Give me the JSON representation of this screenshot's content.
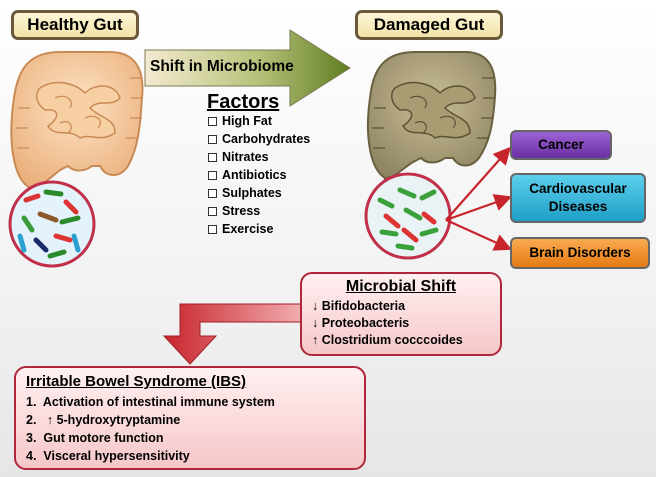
{
  "labels": {
    "healthy_gut": "Healthy Gut",
    "damaged_gut": "Damaged Gut",
    "shift": "Shift in Microbiome"
  },
  "factors": {
    "title": "Factors",
    "items": [
      "High Fat",
      "Carbohydrates",
      "Nitrates",
      "Antibiotics",
      "Sulphates",
      "Stress",
      "Exercise"
    ]
  },
  "diseases": [
    {
      "label": "Cancer",
      "color": "#7a3fb5"
    },
    {
      "label": "Cardiovascular\nDiseases",
      "color": "#2bb3d6"
    },
    {
      "label": "Brain Disorders",
      "color": "#f08a24"
    }
  ],
  "microbial_shift": {
    "title": "Microbial Shift",
    "lines": [
      "↓ Bifidobacteria",
      "↓ Proteobacteris",
      "↑ Clostridium cocccoides"
    ]
  },
  "ibs": {
    "title": "Irritable Bowel Syndrome (IBS)",
    "items": [
      "1.  Activation of intestinal immune system",
      "2.   ↑ 5-hydroxytryptamine",
      "3.  Gut motore function",
      "4.  Visceral hypersensitivity"
    ]
  },
  "colors": {
    "healthy_gut": "#f2c79a",
    "damaged_gut": "#9c916a",
    "arrow_green": "#6a8a2a",
    "arrow_red": "#c8242c",
    "box_border": "#b0263a"
  }
}
